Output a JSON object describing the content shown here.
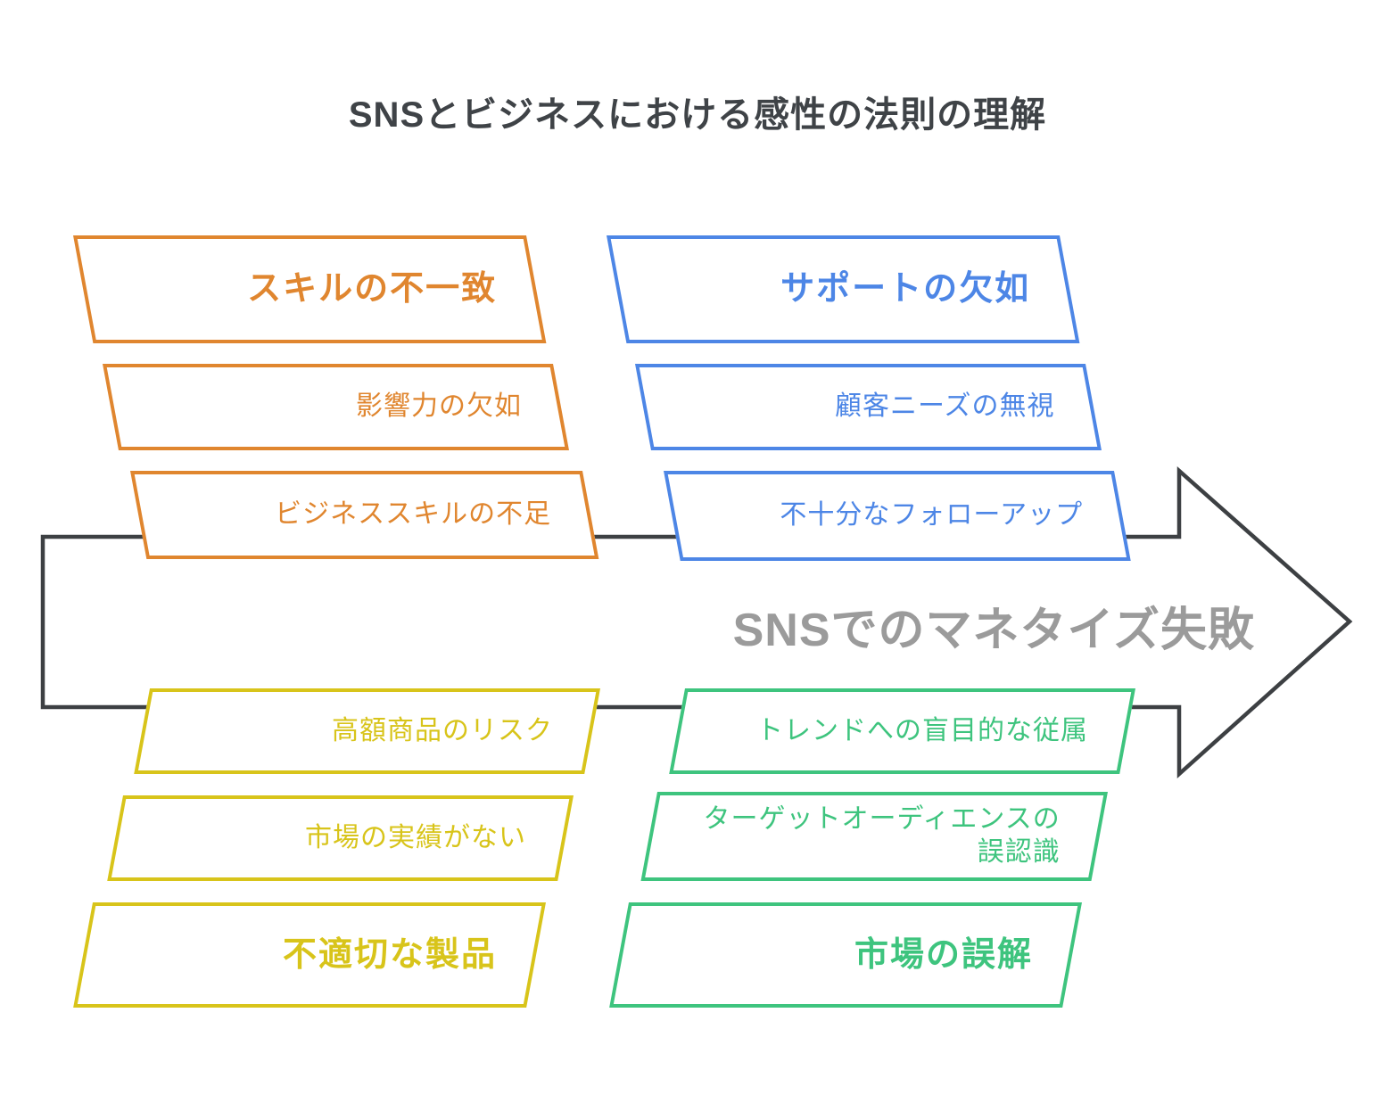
{
  "title": "SNSとビジネスにおける感性の法則の理解",
  "arrow_label": "SNSでのマネタイズ失敗",
  "colors": {
    "orange": "#e0862f",
    "blue": "#4d86e6",
    "yellow": "#d8c41a",
    "green": "#3ec47e",
    "spine": "#3d4043",
    "arrowtext": "#9b9b9b",
    "titletext": "#3f4347"
  },
  "groups": [
    {
      "id": "skill-mismatch",
      "position": "top-left",
      "color": "orange",
      "header": "スキルの不一致",
      "items": [
        "影響力の欠如",
        "ビジネススキルの不足"
      ]
    },
    {
      "id": "support-lack",
      "position": "top-right",
      "color": "blue",
      "header": "サポートの欠如",
      "items": [
        "顧客ニーズの無視",
        "不十分なフォローアップ"
      ]
    },
    {
      "id": "inappropriate-product",
      "position": "bottom-left",
      "color": "yellow",
      "header": "不適切な製品",
      "items": [
        "高額商品のリスク",
        "市場の実績がない"
      ]
    },
    {
      "id": "market-misunderstanding",
      "position": "bottom-right",
      "color": "green",
      "header": "市場の誤解",
      "items": [
        "トレンドへの盲目的な従属",
        "ターゲットオーディエンスの誤認識"
      ]
    }
  ]
}
